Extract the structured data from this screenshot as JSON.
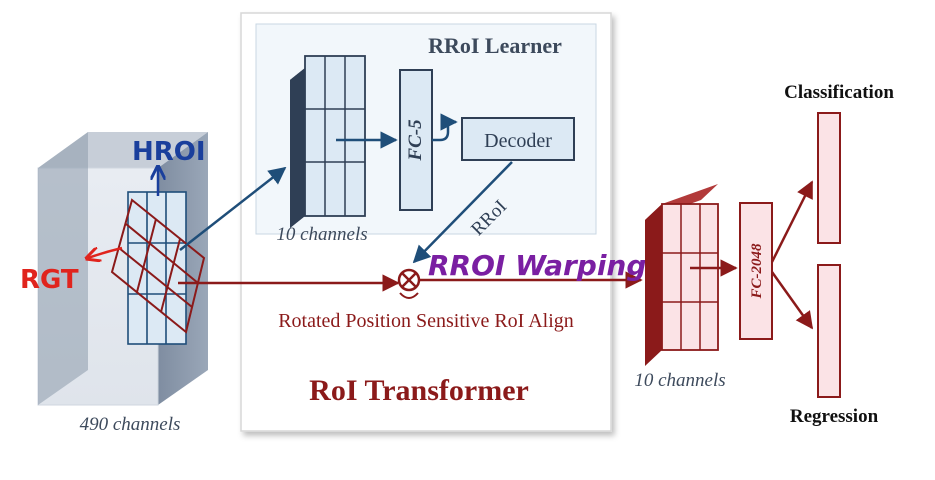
{
  "colors": {
    "dark_red": "#8b1a1a",
    "navy": "#2f3f55",
    "teal_arrow": "#1f4e79",
    "light_blue_fill": "#dce9f4",
    "pink_fill": "#fbe3e6",
    "hand_blue": "#1a3f9c",
    "hand_red": "#e0241d",
    "hand_purple": "#7a1fa2"
  },
  "labels": {
    "rroi_learner": "RRoI Learner",
    "fc5": "FC-5",
    "decoder": "Decoder",
    "rroi": "RRoI",
    "channels_10_left": "10 channels",
    "channels_10_right": "10 channels",
    "channels_490": "490 channels",
    "rpsroi_align": "Rotated Position Sensitive RoI Align",
    "roi_transformer": "RoI Transformer",
    "fc2048": "FC-2048",
    "classification": "Classification",
    "regression": "Regression"
  },
  "annotations": {
    "hroi": "HROI",
    "rgt": "RGT",
    "rroi_warping": "RROI Warping"
  }
}
